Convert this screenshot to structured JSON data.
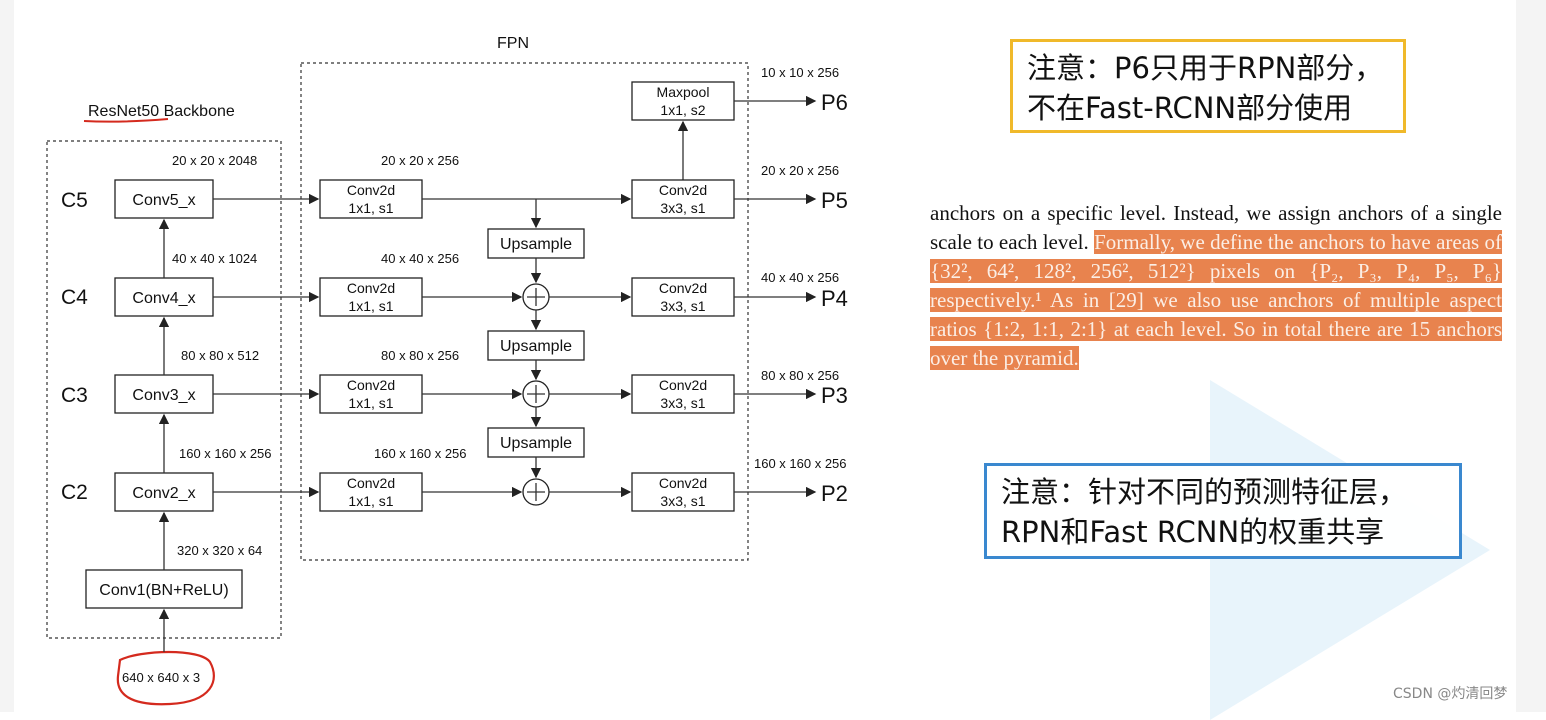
{
  "diagram": {
    "backbone_title": "ResNet50 Backbone",
    "fpn_title": "FPN",
    "input_size": "640 x 640 x 3",
    "stem": {
      "label": "Conv1(BN+ReLU)",
      "out": "320 x 320 x 64"
    },
    "stages": [
      {
        "name": "C5",
        "block": "Conv5_x",
        "out": "20 x 20 x 2048"
      },
      {
        "name": "C4",
        "block": "Conv4_x",
        "out": "40 x 40 x 1024"
      },
      {
        "name": "C3",
        "block": "Conv3_x",
        "out": "80 x 80 x 512"
      },
      {
        "name": "C2",
        "block": "Conv2_x",
        "out": "160 x 160 x 256"
      }
    ],
    "lateral": [
      {
        "line1": "Conv2d",
        "line2": "1x1, s1",
        "out": "20 x 20 x 256"
      },
      {
        "line1": "Conv2d",
        "line2": "1x1, s1",
        "out": "40 x 40 x 256"
      },
      {
        "line1": "Conv2d",
        "line2": "1x1, s1",
        "out": "80 x 80 x 256"
      },
      {
        "line1": "Conv2d",
        "line2": "1x1, s1",
        "out": "160 x 160 x 256"
      }
    ],
    "upsample_label": "Upsample",
    "output_conv": [
      {
        "line1": "Conv2d",
        "line2": "3x3, s1",
        "out": "20 x 20 x 256",
        "name": "P5"
      },
      {
        "line1": "Conv2d",
        "line2": "3x3, s1",
        "out": "40 x 40 x 256",
        "name": "P4"
      },
      {
        "line1": "Conv2d",
        "line2": "3x3, s1",
        "out": "80 x 80 x 256",
        "name": "P3"
      },
      {
        "line1": "Conv2d",
        "line2": "3x3, s1",
        "out": "160 x 160 x 256",
        "name": "P2"
      }
    ],
    "maxpool": {
      "line1": "Maxpool",
      "line2": "1x1, s2",
      "out": "10 x 10 x 256",
      "name": "P6"
    }
  },
  "notes": {
    "yellow_line1": "注意：P6只用于RPN部分，",
    "yellow_line2": "不在Fast-RCNN部分使用",
    "blue_line1": "注意：针对不同的预测特征层，",
    "blue_line2": "RPN和Fast RCNN的权重共享"
  },
  "paper": {
    "plain": "anchors on a specific level.  Instead, we assign anchors of a single scale to each level. ",
    "highlighted": "Formally, we define the anchors to have areas of {32², 64², 128², 256², 512²} pixels on {P₂, P₃, P₄, P₅, P₆} respectively.¹  As in [29] we also use anchors of multiple aspect ratios {1:2, 1:1, 2:1} at each level. So in total there are 15 anchors over the pyramid."
  },
  "watermark": "CSDN @灼清回梦",
  "colors": {
    "highlight": "#e8834e",
    "yellow_border": "#f0b92a",
    "blue_border": "#3a88cf",
    "annotation_red": "#d42a1e"
  }
}
